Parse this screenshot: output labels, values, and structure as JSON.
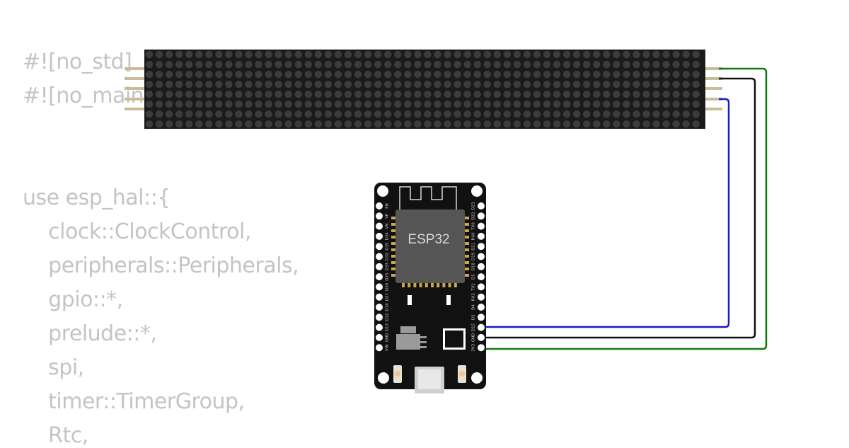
{
  "code_lines": [
    "#![no_std]",
    "#![no_main]",
    "",
    "",
    "use esp_hal::{",
    "    clock::ClockControl,",
    "    peripherals::Peripherals,",
    "    gpio::*,",
    "    prelude::*,",
    "    spi,",
    "    timer::TimerGroup,",
    "    Rtc,"
  ],
  "board": {
    "chip_label": "ESP32",
    "left_pins": [
      "EN",
      "VP",
      "VN",
      "D34",
      "D35",
      "D32",
      "D33",
      "D25",
      "D26",
      "D27",
      "D14",
      "D12",
      "D13",
      "GND",
      "VIN"
    ],
    "right_pins": [
      "D23",
      "D22",
      "TX0",
      "RX0",
      "D21",
      "D19",
      "D18",
      "D5",
      "TX2",
      "RX2",
      "D4",
      "D2",
      "D15",
      "GND",
      "3V3"
    ]
  },
  "colors": {
    "wire_cs": "#1a1ac8",
    "wire_gnd": "#111111",
    "wire_vcc": "#0f7a0f",
    "code_text": "#c4c4c4",
    "matrix_bg": "#1b1b1b"
  }
}
